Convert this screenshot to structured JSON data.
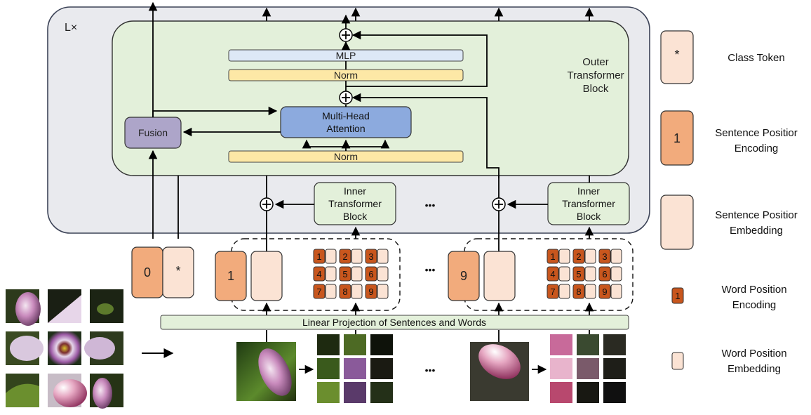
{
  "outer_repeat_label": "L×",
  "outer_block": {
    "title_lines": [
      "Outer",
      "Transformer",
      "Block"
    ],
    "mlp_label": "MLP",
    "norm_top_label": "Norm",
    "norm_bottom_label": "Norm",
    "attention_lines": [
      "Multi-Head",
      "Attention"
    ],
    "fusion_label": "Fusion",
    "plus_symbol": "+"
  },
  "inner_block": {
    "title_lines": [
      "Inner",
      "Transformer",
      "Block"
    ]
  },
  "ellipsis": "•••",
  "class_token_group": {
    "position_label": "0",
    "token_label": "*"
  },
  "sentence_groups": [
    {
      "position_label": "1"
    },
    {
      "position_label": "9"
    }
  ],
  "word_positions": [
    "1",
    "2",
    "3",
    "4",
    "5",
    "6",
    "7",
    "8",
    "9"
  ],
  "linear_projection_label": "Linear Projection of Sentences and Words",
  "legend": [
    {
      "kind": "class-token",
      "symbol": "*",
      "lines": [
        "Class Token"
      ]
    },
    {
      "kind": "sentence-position-encoding",
      "symbol": "1",
      "lines": [
        "Sentence Positior",
        "Encoding"
      ]
    },
    {
      "kind": "sentence-position-embedding",
      "symbol": "",
      "lines": [
        "Sentence Positior",
        "Embedding"
      ]
    },
    {
      "kind": "word-position-encoding",
      "symbol": "1",
      "lines": [
        "Word Position",
        "Encoding"
      ]
    },
    {
      "kind": "word-position-embedding",
      "symbol": "",
      "lines": [
        "Word Position",
        "Embedding"
      ]
    }
  ],
  "colors": {
    "outer_panel": "#e9eaee",
    "green_panel": "#e3f0da",
    "green_box": "#e3f0da",
    "mlp": "#dde8f6",
    "norm": "#fde8a6",
    "attention": "#8caade",
    "fusion": "#ada5c9",
    "peach_dark": "#f2ab7c",
    "peach_light": "#fbe3d4",
    "word_encoding": "#c8561d"
  },
  "icons": [
    "plus-circle-icon",
    "arrow-icon",
    "flower-image"
  ]
}
